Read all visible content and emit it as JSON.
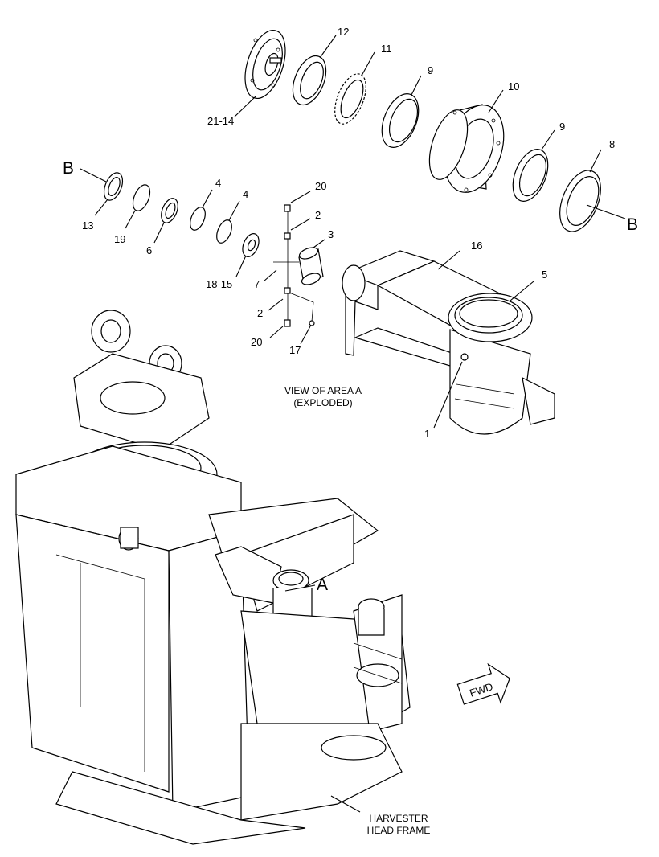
{
  "callouts": {
    "c21_14": "21-14",
    "c12": "12",
    "c11": "11",
    "c9a": "9",
    "c10": "10",
    "c9b": "9",
    "c8": "8",
    "c13": "13",
    "c19": "19",
    "c6": "6",
    "c4a": "4",
    "c4b": "4",
    "c20a": "20",
    "c2a": "2",
    "c3": "3",
    "c18_15": "18-15",
    "c7": "7",
    "c16": "16",
    "c5": "5",
    "c2b": "2",
    "c20b": "20",
    "c17": "17",
    "c1": "1"
  },
  "section_marks": {
    "b_left": "B",
    "b_right": "B",
    "area_a": "A"
  },
  "captions": {
    "view_line1": "VIEW OF AREA A",
    "view_line2": "(EXPLODED)",
    "frame_line1": "HARVESTER",
    "frame_line2": "HEAD FRAME",
    "fwd": "FWD"
  }
}
